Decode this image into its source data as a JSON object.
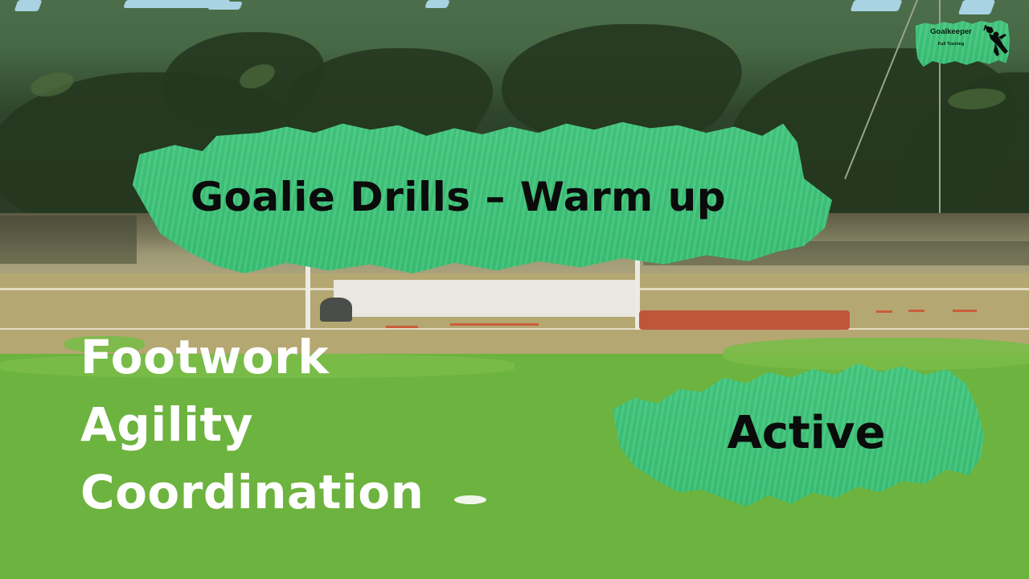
{
  "title_banner": {
    "text": "Goalie Drills – Warm up"
  },
  "skills": [
    {
      "label": "Footwork"
    },
    {
      "label": "Agility"
    },
    {
      "label": "Coordination"
    }
  ],
  "intensity_badge": {
    "text": "Active"
  },
  "logo": {
    "title": "Goalkeeper",
    "subtitle": "Full Training",
    "icon": "goalkeeper-diving-silhouette-icon"
  },
  "colors": {
    "brush_green": "#3ec57a",
    "grass_green": "#6db33f",
    "trees_dark": "#283a26",
    "track_tan": "#b4a772",
    "text_dark": "#0b0b0b",
    "text_light": "#ffffff",
    "accent_red": "#c0553a"
  }
}
